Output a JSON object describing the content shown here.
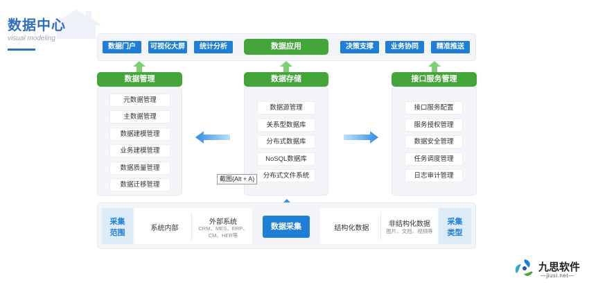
{
  "header": {
    "title": "数据中心",
    "subtitle": "visual modeling"
  },
  "colors": {
    "blue": "#1f7fd6",
    "green": "#44a53a",
    "title_blue": "#2f6fba",
    "light_blue": "#dcebf8",
    "arrow_blue": "#3a9be6",
    "arrow_green": "#7fcf77"
  },
  "top": {
    "left_buttons": [
      "数据门户",
      "可视化大屏",
      "统计分析"
    ],
    "center": "数据应用",
    "right_buttons": [
      "决策支撑",
      "业务协同",
      "精准推送"
    ]
  },
  "columns": {
    "left": {
      "header": "数据管理",
      "items": [
        "元数据管理",
        "主数据管理",
        "数据建模管理",
        "业务建模管理",
        "数据质量管理",
        "数据迁移管理"
      ]
    },
    "middle": {
      "header": "数据存储",
      "items": [
        "数据源管理",
        "关系型数据库",
        "分布式数据库",
        "NoSQL数据库",
        "分布式文件系统"
      ]
    },
    "right": {
      "header": "接口服务管理",
      "items": [
        "接口服务配置",
        "服务授权管理",
        "数据安全管理",
        "任务调度管理",
        "日志审计管理"
      ]
    }
  },
  "tooltip": "截图(Alt + A)",
  "bottom": {
    "left_label": "采集\n范围",
    "internal": "系统内部",
    "external_title": "外部系统",
    "external_sub": "CRM、MES、ERP、\nCM、HER等",
    "collect": "数据采集",
    "structured": "结构化数据",
    "unstructured_title": "非结构化数据",
    "unstructured_sub": "图片、文档、视频等",
    "right_label": "采集\n类型"
  },
  "logo": {
    "name": "九思软件",
    "domain": "—jiusi.net—",
    "icon": "jiusi-logo-icon"
  }
}
